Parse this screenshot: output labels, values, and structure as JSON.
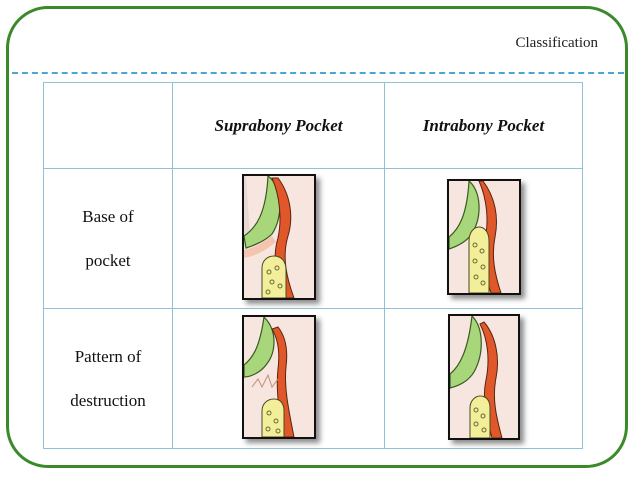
{
  "header": {
    "title": "Classification"
  },
  "table": {
    "columns": [
      "",
      "Suprabony Pocket",
      "Intrabony Pocket"
    ],
    "rows": [
      {
        "label": "Base of pocket",
        "label_lines": [
          "Base of",
          "pocket"
        ],
        "images": [
          "suprabony-base-of-pocket-illustration",
          "intrabony-base-of-pocket-illustration"
        ]
      },
      {
        "label": "Pattern of destruction",
        "label_lines": [
          "Pattern of",
          "destruction"
        ],
        "images": [
          "suprabony-pattern-of-destruction-illustration",
          "intrabony-pattern-of-destruction-illustration"
        ]
      }
    ]
  },
  "colors": {
    "frame": "#3a8a2a",
    "divider": "#4aa7cf",
    "table_border": "#8fc2d8",
    "tooth": "#a8d67a",
    "gingiva": "#e0582a",
    "bone": "#f2ee9a",
    "tissue": "#f6e6df"
  }
}
